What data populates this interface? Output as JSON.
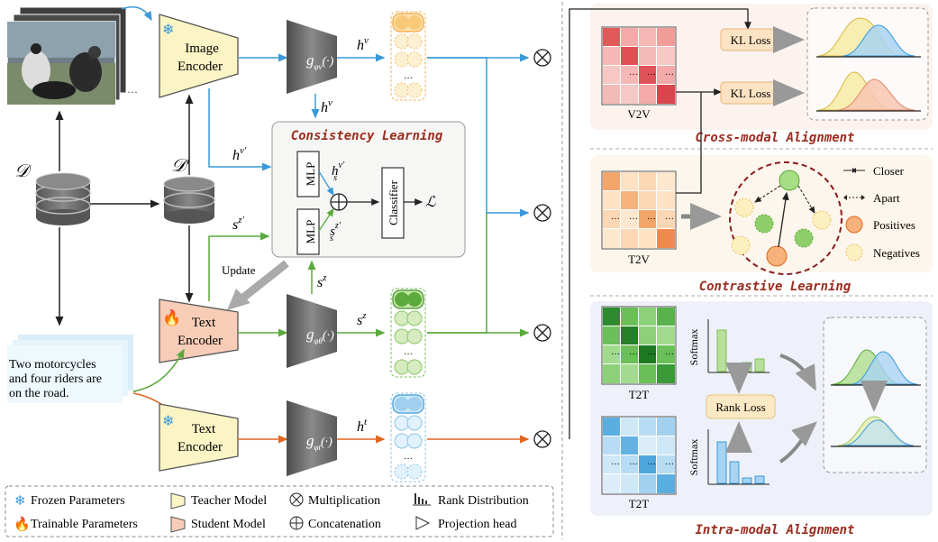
{
  "left": {
    "dataset_symbol": "𝒟",
    "subset_symbol": "𝒟′",
    "image_encoder_label": [
      "Image",
      "Encoder"
    ],
    "text_encoder_label": [
      "Text",
      "Encoder"
    ],
    "caption_lines": [
      "Two motorcycles",
      "and four riders are",
      "on the road."
    ],
    "func_top": "g",
    "func_top_sub": "φv",
    "func_mid": "g",
    "func_mid_sub": "φθ",
    "func_bot": "g",
    "func_bot_sub": "φt",
    "func_arg": "(·)",
    "hv": "h",
    "hv_sup": "v",
    "hv_prime_sup": "v′",
    "sz": "s",
    "sz_sup": "z",
    "sz_prime_sup": "z′",
    "ht_sup": "t",
    "update_label": "Update",
    "consistency_title": "Consistency Learning",
    "mlp_label": "MLP",
    "classifier_label": "Classifier",
    "loss_symbol": "ℒ",
    "hs_label": "h",
    "hs_sub": "s",
    "ss_label": "s",
    "ss_sub": "s",
    "dots": "···"
  },
  "legend": {
    "items": [
      {
        "icon": "snowflake-icon",
        "label": "Frozen Parameters"
      },
      {
        "icon": "teacher-model-icon",
        "label": "Teacher Model"
      },
      {
        "icon": "multiplication-icon",
        "label": "Multiplication"
      },
      {
        "icon": "rank-distribution-icon",
        "label": "Rank Distribution"
      },
      {
        "icon": "fire-icon",
        "label": "Trainable Parameters"
      },
      {
        "icon": "student-model-icon",
        "label": "Student Model"
      },
      {
        "icon": "concatenation-icon",
        "label": "Concatenation"
      },
      {
        "icon": "projection-head-icon",
        "label": "Projection head"
      }
    ]
  },
  "right": {
    "cross_modal": {
      "title": "Cross-modal Alignment",
      "matrix_label": "V2V",
      "kl_loss_1": "KL Loss",
      "kl_loss_2": "KL Loss"
    },
    "contrastive": {
      "title": "Contrastive Learning",
      "matrix_label": "T2V",
      "legend": [
        "Closer",
        "Apart",
        "Positives",
        "Negatives"
      ]
    },
    "intra_modal": {
      "title": "Intra-modal Alignment",
      "matrix_top_label": "T2T",
      "matrix_bot_label": "T2T",
      "softmax_label": "Softmax",
      "rank_loss": "Rank Loss"
    }
  },
  "colors": {
    "blue_line": "#3a9ad9",
    "green_line": "#5aaa3c",
    "orange_line": "#e0661e",
    "teacher_fill": "#fbf4c4",
    "student_fill": "#f7cdb7",
    "title_red": "#9b2d1f"
  }
}
